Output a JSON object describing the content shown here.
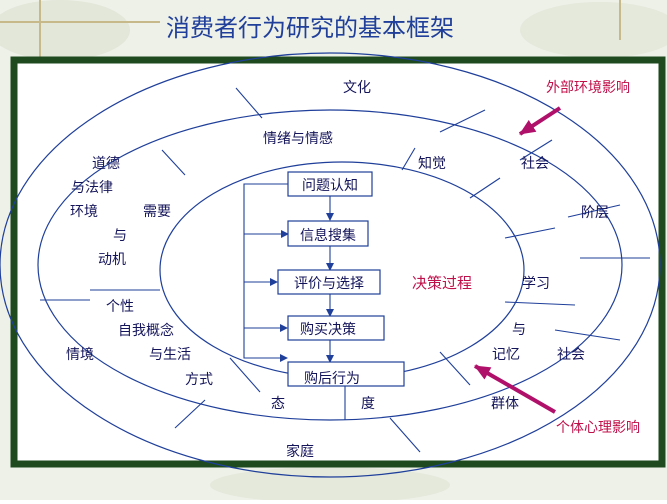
{
  "title": "消费者行为研究的基本框架",
  "annotations": {
    "external": "外部环境影响",
    "individual": "个体心理影响"
  },
  "outer_ring": {
    "culture": "文化",
    "society": "社会",
    "class": "阶层",
    "ethics_1": "道德",
    "ethics_2": "与法律",
    "ethics_3": "环境",
    "situation": "情境",
    "family": "家庭",
    "group": "群体",
    "society2": "社会"
  },
  "middle_ring": {
    "emotion": "情绪与情感",
    "perception": "知觉",
    "learning": "学习",
    "memory_1": "与",
    "memory_2": "记忆",
    "attitude_1": "态",
    "attitude_2": "度",
    "needs_1": "需要",
    "needs_2": "与",
    "needs_3": "动机",
    "personality_1": "个性",
    "personality_2": "自我概念",
    "personality_3": "与生活",
    "personality_4": "方式"
  },
  "process": {
    "label": "决策过程",
    "steps": [
      "问题认知",
      "信息搜集",
      "评价与选择",
      "购买决策",
      "购后行为"
    ]
  },
  "colors": {
    "border_green": "#1f4a1f",
    "outline_blue": "#1f3f9a",
    "text_dark": "#14145a",
    "accent_red": "#c0104a",
    "arrow_magenta": "#b0106a"
  }
}
